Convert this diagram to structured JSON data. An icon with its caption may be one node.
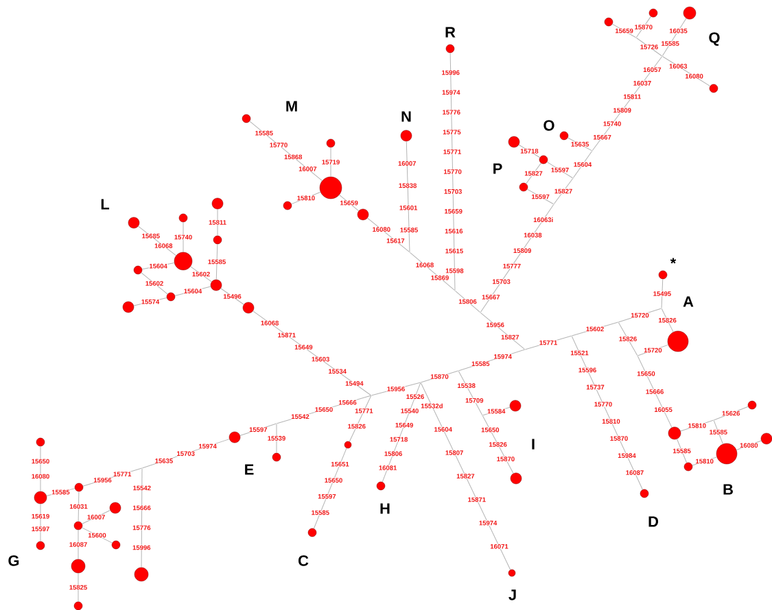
{
  "diagram": {
    "nodes": [
      {
        "text": [],
        "shape": "circle"
      },
      {
        "text": [],
        "shape": "circle"
      },
      {
        "text": [],
        "shape": "circle"
      },
      {
        "text": [],
        "shape": "circle"
      },
      {
        "text": [],
        "shape": "circle"
      },
      {
        "text": [],
        "shape": "circle"
      },
      {
        "text": [],
        "shape": "circle"
      },
      {
        "text": [],
        "shape": "point"
      },
      {
        "text": [],
        "shape": "point"
      },
      {
        "text": [],
        "shape": "point"
      },
      {
        "text": [],
        "shape": "circle"
      },
      {
        "text": [],
        "shape": "circle"
      },
      {
        "text": [],
        "shape": "circle"
      },
      {
        "text": [],
        "shape": "point"
      },
      {
        "text": [],
        "shape": "point"
      },
      {
        "text": [],
        "shape": "circle"
      },
      {
        "text": [],
        "shape": "circle"
      },
      {
        "text": [],
        "shape": "circle"
      },
      {
        "text": [],
        "shape": "circle"
      },
      {
        "text": [],
        "shape": "circle"
      },
      {
        "text": [],
        "shape": "point"
      },
      {
        "text": [],
        "shape": "point"
      },
      {
        "text": [],
        "shape": "point"
      },
      {
        "text": [],
        "shape": "circle"
      },
      {
        "text": [],
        "shape": "circle"
      },
      {
        "text": [],
        "shape": "circle"
      },
      {
        "text": [],
        "shape": "circle"
      },
      {
        "text": [],
        "shape": "circle"
      },
      {
        "text": [],
        "shape": "circle"
      },
      {
        "text": [],
        "shape": "circle"
      },
      {
        "text": [],
        "shape": "circle"
      },
      {
        "text": [],
        "shape": "circle"
      },
      {
        "text": [],
        "shape": "circle"
      },
      {
        "text": [],
        "shape": "circle"
      },
      {
        "text": [],
        "shape": "point"
      },
      {
        "text": [],
        "shape": "point"
      },
      {
        "text": [],
        "shape": "point"
      },
      {
        "text": [],
        "shape": "circle"
      },
      {
        "text": [],
        "shape": "point"
      },
      {
        "text": [],
        "shape": "point"
      },
      {
        "text": [],
        "shape": "point"
      },
      {
        "text": [],
        "shape": "point"
      },
      {
        "text": [],
        "shape": "point"
      },
      {
        "text": [],
        "shape": "circle"
      },
      {
        "text": [],
        "shape": "circle"
      },
      {
        "text": [],
        "shape": "point"
      },
      {
        "text": [],
        "shape": "point"
      },
      {
        "text": [],
        "shape": "point"
      },
      {
        "text": [],
        "shape": "circle"
      },
      {
        "text": [],
        "shape": "circle"
      },
      {
        "text": [],
        "shape": "circle"
      },
      {
        "text": [],
        "shape": "circle"
      },
      {
        "text": [],
        "shape": "circle"
      },
      {
        "text": [],
        "shape": "circle"
      },
      {
        "text": [],
        "shape": "circle"
      },
      {
        "text": [],
        "shape": "point"
      },
      {
        "text": [],
        "shape": "circle"
      },
      {
        "text": [],
        "shape": "circle"
      },
      {
        "text": [],
        "shape": "circle"
      },
      {
        "text": [],
        "shape": "circle"
      },
      {
        "text": [],
        "shape": "circle"
      },
      {
        "text": [],
        "shape": "circle"
      },
      {
        "text": [],
        "shape": "circle"
      },
      {
        "text": [],
        "shape": "circle"
      },
      {
        "text": [],
        "shape": "circle"
      },
      {
        "text": [],
        "shape": "circle"
      },
      {
        "text": [],
        "shape": "circle"
      },
      {
        "text": [],
        "shape": "circle"
      },
      {
        "text": [],
        "shape": "circle"
      },
      {
        "text": [],
        "shape": "circle"
      },
      {
        "text": [],
        "shape": "circle"
      }
    ],
    "edges": [
      {
        "from": 0,
        "to": 8,
        "arrow": "none"
      },
      {
        "from": 1,
        "to": 3,
        "arrow": "none"
      },
      {
        "from": 2,
        "to": 3,
        "arrow": "none"
      },
      {
        "from": 4,
        "to": 3,
        "arrow": "none"
      },
      {
        "from": 3,
        "to": 5,
        "arrow": "none"
      },
      {
        "from": 5,
        "to": 7,
        "arrow": "none"
      },
      {
        "from": 6,
        "to": 7,
        "arrow": "none"
      },
      {
        "from": 7,
        "to": 8,
        "arrow": "none"
      },
      {
        "from": 8,
        "to": 9,
        "arrow": "none"
      },
      {
        "from": 10,
        "to": 13,
        "arrow": "none"
      },
      {
        "from": 11,
        "to": 13,
        "arrow": "none"
      },
      {
        "from": 12,
        "to": 14,
        "arrow": "none"
      },
      {
        "from": 13,
        "to": 14,
        "arrow": "none"
      },
      {
        "from": 14,
        "to": 15,
        "arrow": "none"
      },
      {
        "from": 14,
        "to": 20,
        "arrow": "none"
      },
      {
        "from": 16,
        "to": 20,
        "arrow": "none"
      },
      {
        "from": 17,
        "to": 18,
        "arrow": "none"
      },
      {
        "from": 18,
        "to": 21,
        "arrow": "none"
      },
      {
        "from": 18,
        "to": 19,
        "arrow": "none"
      },
      {
        "from": 19,
        "to": 22,
        "arrow": "none"
      },
      {
        "from": 20,
        "to": 21,
        "arrow": "none"
      },
      {
        "from": 21,
        "to": 22,
        "arrow": "none"
      },
      {
        "from": 22,
        "to": 9,
        "arrow": "none"
      },
      {
        "from": 23,
        "to": 26,
        "arrow": "none"
      },
      {
        "from": 24,
        "to": 27,
        "arrow": "none"
      },
      {
        "from": 25,
        "to": 27,
        "arrow": "none"
      },
      {
        "from": 26,
        "to": 29,
        "arrow": "none"
      },
      {
        "from": 27,
        "to": 29,
        "arrow": "none"
      },
      {
        "from": 28,
        "to": 27,
        "arrow": "none"
      },
      {
        "from": 28,
        "to": 30,
        "arrow": "none"
      },
      {
        "from": 30,
        "to": 29,
        "arrow": "none"
      },
      {
        "from": 31,
        "to": 30,
        "arrow": "none"
      },
      {
        "from": 29,
        "to": 32,
        "arrow": "none"
      },
      {
        "from": 32,
        "to": 42,
        "arrow": "none"
      },
      {
        "from": 33,
        "to": 34,
        "arrow": "none"
      },
      {
        "from": 35,
        "to": 34,
        "arrow": "none"
      },
      {
        "from": 34,
        "to": 37,
        "arrow": "none"
      },
      {
        "from": 36,
        "to": 35,
        "arrow": "none"
      },
      {
        "from": 35,
        "to": 39,
        "arrow": "none"
      },
      {
        "from": 39,
        "to": 37,
        "arrow": "none"
      },
      {
        "from": 38,
        "to": 36,
        "arrow": "none"
      },
      {
        "from": 9,
        "to": 38,
        "arrow": "none"
      },
      {
        "from": 40,
        "to": 38,
        "arrow": "none"
      },
      {
        "from": 41,
        "to": 40,
        "arrow": "none"
      },
      {
        "from": 42,
        "to": 41,
        "arrow": "none"
      },
      {
        "from": 36,
        "to": 58,
        "arrow": "none"
      },
      {
        "from": 39,
        "to": 48,
        "arrow": "none"
      },
      {
        "from": 48,
        "to": 46,
        "arrow": "none"
      },
      {
        "from": 46,
        "to": 43,
        "arrow": "none"
      },
      {
        "from": 46,
        "to": 52,
        "arrow": "none"
      },
      {
        "from": 52,
        "to": 50,
        "arrow": "none"
      },
      {
        "from": 48,
        "to": 54,
        "arrow": "none"
      },
      {
        "from": 54,
        "to": 52,
        "arrow": "none"
      },
      {
        "from": 40,
        "to": 45,
        "arrow": "none"
      },
      {
        "from": 45,
        "to": 44,
        "arrow": "none"
      },
      {
        "from": 45,
        "to": 56,
        "arrow": "none"
      },
      {
        "from": 41,
        "to": 57,
        "arrow": "none"
      },
      {
        "from": 41,
        "to": 68,
        "arrow": "none"
      },
      {
        "from": 42,
        "to": 51,
        "arrow": "none"
      },
      {
        "from": 51,
        "to": 66,
        "arrow": "none"
      },
      {
        "from": 47,
        "to": 42,
        "arrow": "none"
      },
      {
        "from": 47,
        "to": 53,
        "arrow": "none"
      },
      {
        "from": 49,
        "to": 47,
        "arrow": "none"
      },
      {
        "from": 55,
        "to": 49,
        "arrow": "none"
      },
      {
        "from": 55,
        "to": 69,
        "arrow": "none"
      },
      {
        "from": 60,
        "to": 55,
        "arrow": "none"
      },
      {
        "from": 61,
        "to": 60,
        "arrow": "none"
      },
      {
        "from": 59,
        "to": 61,
        "arrow": "none"
      },
      {
        "from": 61,
        "to": 65,
        "arrow": "none"
      },
      {
        "from": 60,
        "to": 63,
        "arrow": "none"
      },
      {
        "from": 63,
        "to": 62,
        "arrow": "none"
      },
      {
        "from": 63,
        "to": 64,
        "arrow": "none"
      },
      {
        "from": 63,
        "to": 67,
        "arrow": "none"
      },
      {
        "from": 67,
        "to": 70,
        "arrow": "none"
      }
    ],
    "labels": [
      "R",
      "Q",
      "M",
      "N",
      "O",
      "P",
      "L",
      "*",
      "A",
      "I",
      "E",
      "B",
      "H",
      "D",
      "G",
      "C",
      "J",
      "15996",
      "15974",
      "15776",
      "15775",
      "15771",
      "15770",
      "15703",
      "15659",
      "15616",
      "15615",
      "15598",
      "15585",
      "15770",
      "15868",
      "16007",
      "15719",
      "15810",
      "15659",
      "16080",
      "15617",
      "16007",
      "15838",
      "15601",
      "15585",
      "16068",
      "15869",
      "15806",
      "15659",
      "15870",
      "16035",
      "15585",
      "15726",
      "16063",
      "16080",
      "16057",
      "16037",
      "15811",
      "15809",
      "15740",
      "15667",
      "15635",
      "15718",
      "15597",
      "15827",
      "15597",
      "15604",
      "15827",
      "16063i",
      "16038",
      "15809",
      "15777",
      "15703",
      "15667",
      "15811",
      "15740",
      "15685",
      "16068",
      "15585",
      "15602",
      "15604",
      "15602",
      "15604",
      "15574",
      "15496",
      "16068",
      "15871",
      "15649",
      "15603",
      "15534",
      "15494",
      "15495",
      "15720",
      "15826",
      "15602",
      "15826",
      "15720",
      "15771",
      "15956",
      "15827",
      "15585",
      "15974",
      "15870",
      "15956",
      "15521",
      "15596",
      "15737",
      "15770",
      "15810",
      "15870",
      "15984",
      "16087",
      "15650",
      "15666",
      "16055",
      "15810",
      "15626",
      "15585",
      "16080",
      "15585",
      "15810",
      "15538",
      "15709",
      "15584",
      "15650",
      "15826",
      "15870",
      "15526",
      "15540",
      "15649",
      "15718",
      "15806",
      "16081",
      "15532d",
      "15604",
      "15807",
      "15827",
      "15871",
      "15974",
      "16071",
      "15771",
      "15826",
      "15651",
      "15650",
      "15597",
      "15585",
      "15542",
      "15650",
      "15666",
      "15539",
      "15597",
      "15635",
      "15703",
      "15974",
      "15542",
      "15666",
      "15776",
      "15996",
      "15956",
      "15771",
      "15585",
      "15650",
      "16080",
      "15619",
      "15597",
      "16031",
      "16007",
      "15600",
      "16087",
      "15825"
    ]
  }
}
